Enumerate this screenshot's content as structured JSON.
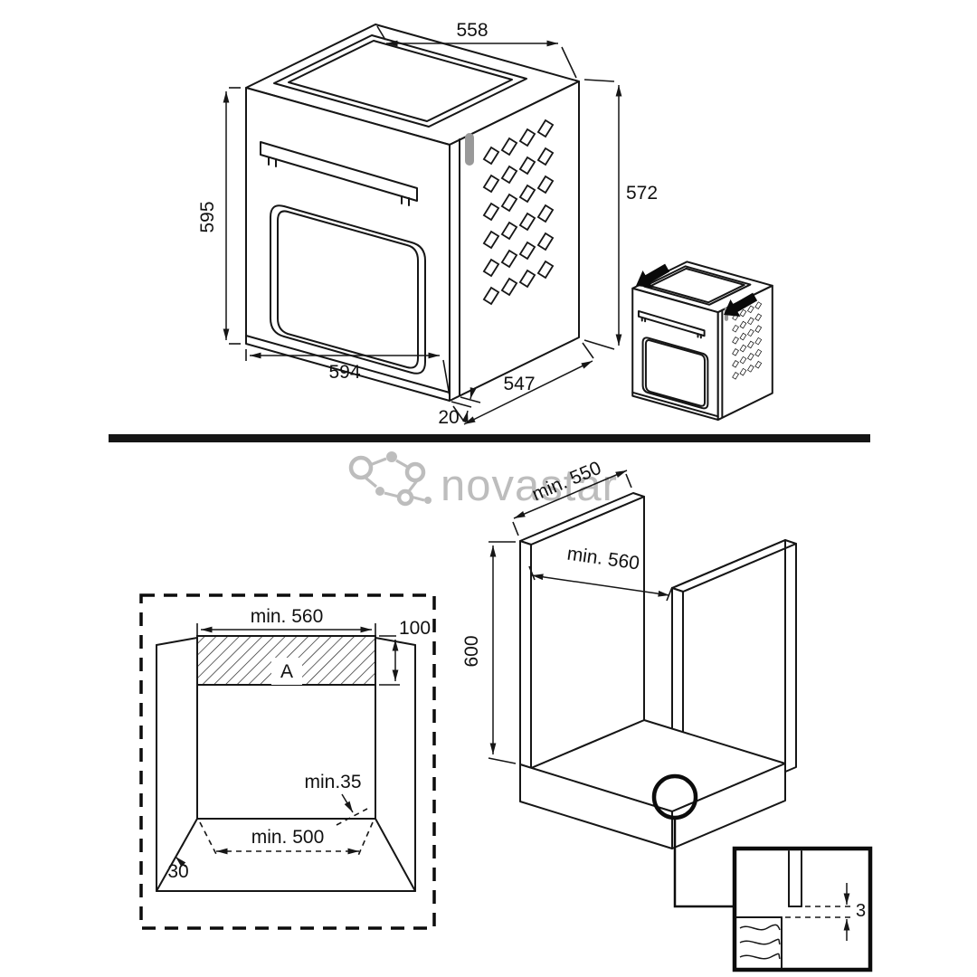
{
  "figure": {
    "background": "#ffffff",
    "line_color": "#161616",
    "watermark": {
      "brand": "novastar",
      "color": "#bdbdbd"
    },
    "oven_top": {
      "dim_top_width": "558",
      "dim_side_height": "572",
      "dim_front_height": "595",
      "dim_front_width": "594",
      "dim_depth": "547",
      "dim_door_gap": "20"
    },
    "niche_front": {
      "dim_min_width": "min. 560",
      "vent_area_label": "A",
      "dim_vent_height": "100",
      "dim_rear_clearance": "min.35",
      "dim_min_base_width": "min. 500",
      "dim_bottom_gap": "30"
    },
    "cabinet_iso": {
      "dim_min_depth": "min. 550",
      "dim_min_width": "min. 560",
      "dim_height": "600",
      "dim_detail_gap": "3"
    }
  }
}
